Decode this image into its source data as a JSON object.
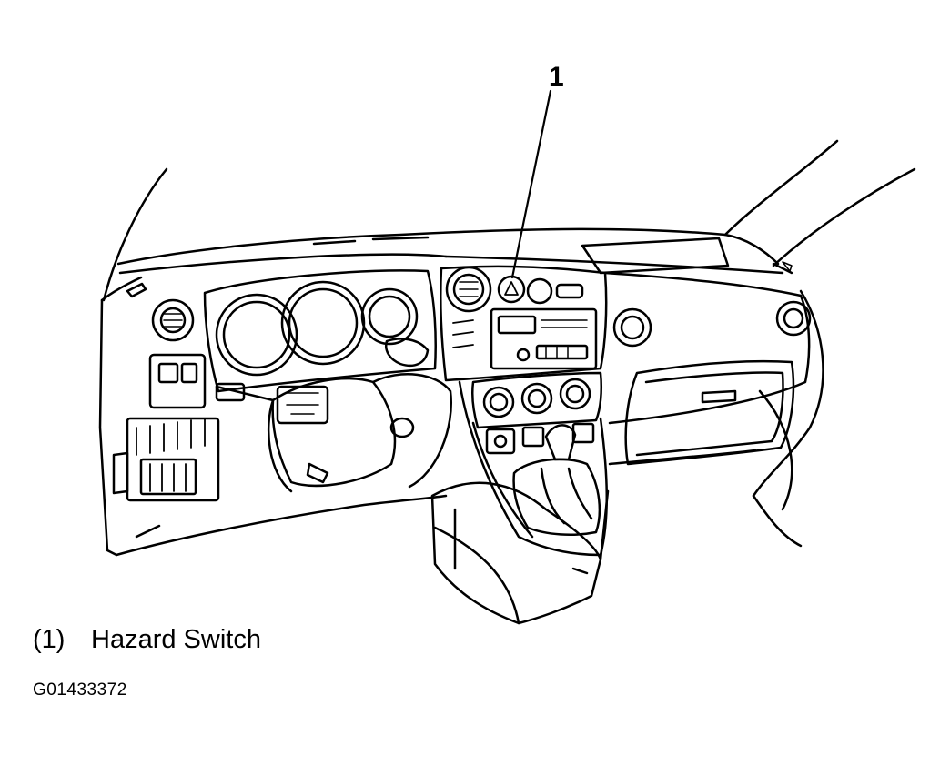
{
  "diagram": {
    "callout": {
      "number": "1"
    },
    "legend": {
      "number": "(1)",
      "label": "Hazard Switch"
    },
    "figure_id": "G01433372"
  }
}
